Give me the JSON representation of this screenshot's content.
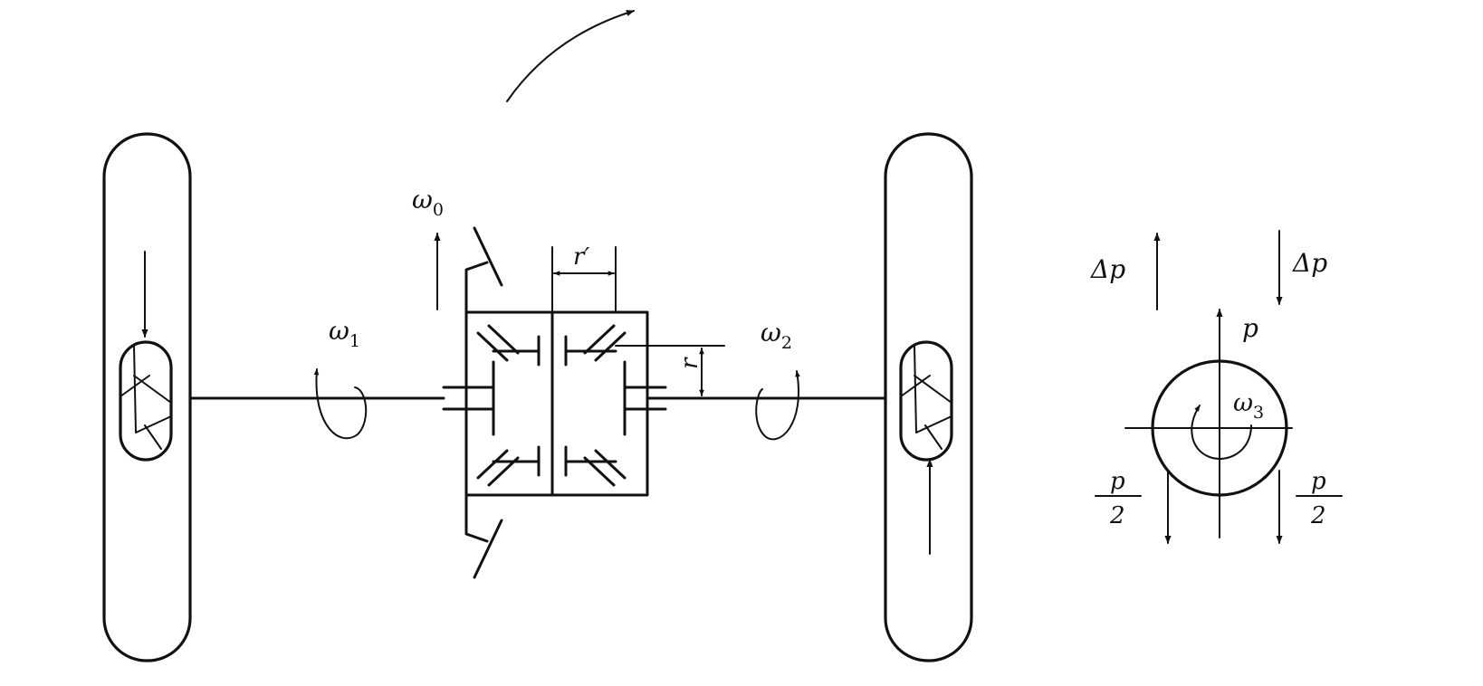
{
  "labels": {
    "omega0": "ω",
    "omega0_sub": "0",
    "omega1": "ω",
    "omega1_sub": "1",
    "omega2": "ω",
    "omega2_sub": "2",
    "omega3": "ω",
    "omega3_sub": "3",
    "r_prime": "r′",
    "r": "r",
    "delta_p_left": "Δp",
    "delta_p_right": "Δp",
    "p": "p",
    "half_left_num": "p",
    "half_left_den": "2",
    "half_right_num": "p",
    "half_right_den": "2"
  },
  "colors": {
    "ink": "#111111",
    "background": "#ffffff"
  }
}
